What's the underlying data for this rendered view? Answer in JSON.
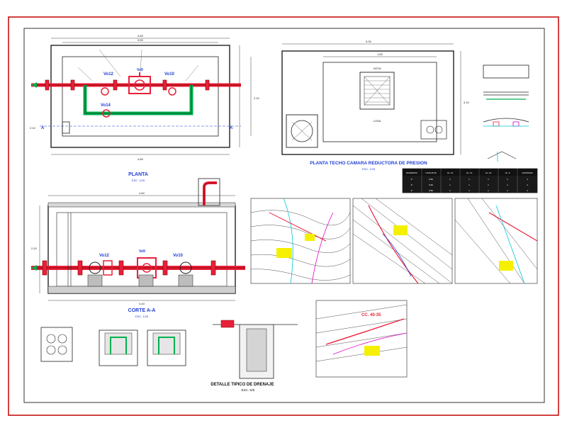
{
  "labels": {
    "planta": "PLANTA",
    "planta_scale": "ESC. 1/25",
    "techo_title": "PLANTA TECHO CAMARA REDUCTORA DE PRESION",
    "techo_scale": "ESC. 1/25",
    "corte": "CORTE A-A",
    "corte_scale": "ESC. 1/25",
    "drenaje": "DETALLE TIPICO DE DRENAJE",
    "drenaje_scale": "ESC. S/E",
    "section_a": "A",
    "section_b": "A",
    "valve_12": "Vo12",
    "valve_14": "Vo14",
    "valve_10": "Vo10",
    "valve_9": "Vo9",
    "valve_c12": "Vo12",
    "valve_c9": "Vo9",
    "valve_c10": "Vo10",
    "curve": "CC. 40-35",
    "vista": "VISTA",
    "losa": "LOSA",
    "escala_s": "ESC. 1/25"
  },
  "dimensions": {
    "d_top": "4.60",
    "d_top_in": "3.90",
    "d_bottom": "4.60",
    "d_left": "2.10",
    "d_right": "2.10",
    "d_techo_top": "5.30",
    "d_techo_in": "1.60",
    "d_techo_right": "3.10",
    "d_corte_top": "4.60",
    "d_corte_h": "2.20",
    "d_corte_bottom": "4.40"
  },
  "table": {
    "headers": [
      "DIAMETRO",
      "LONGITUD",
      "Vo. 12",
      "Vo. 14",
      "Vo. 10",
      "Vo. 9",
      "CANTIDAD"
    ],
    "rows": [
      [
        "2\"",
        "0.50",
        "1",
        "1",
        "1",
        "1",
        "4"
      ],
      [
        "3\"",
        "0.60",
        "1",
        "1",
        "1",
        "1",
        "4"
      ],
      [
        "4\"",
        "0.80",
        "1",
        "1",
        "1",
        "1",
        "4"
      ]
    ]
  },
  "colors": {
    "border": "#c40000",
    "pipe": "#e8203a",
    "pipe_dark": "#8b0000",
    "green": "#00b050",
    "cyan": "#00c8d4",
    "blue": "#1f3fd8",
    "yellow": "#f5f000",
    "magenta": "#e000c8",
    "line": "#1a1a1a"
  }
}
